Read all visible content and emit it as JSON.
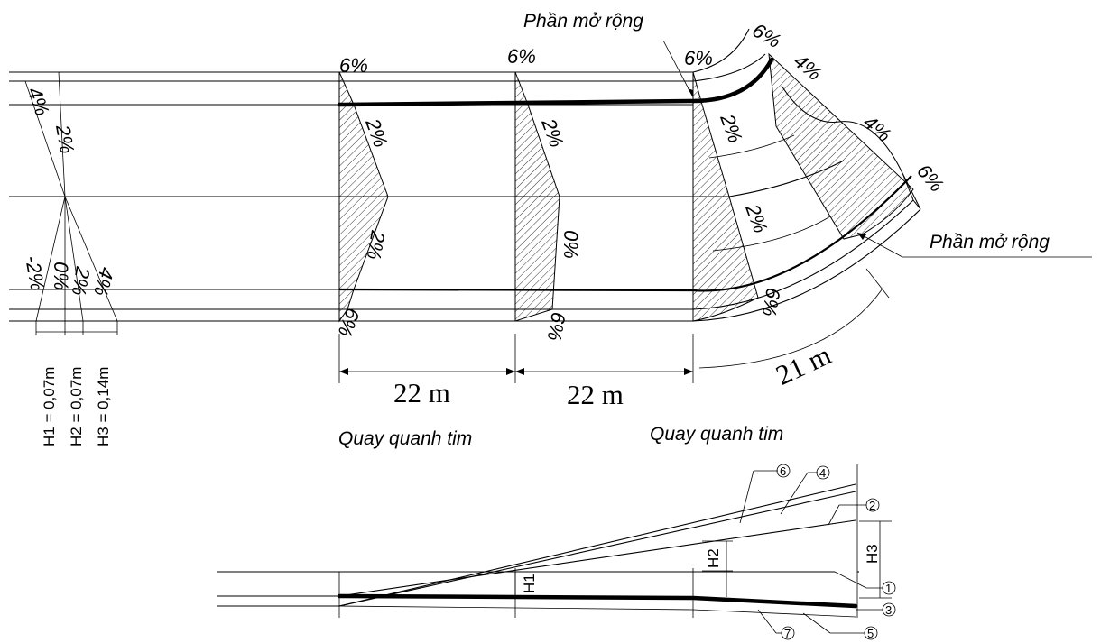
{
  "labels": {
    "extension_top": "Phần mở rộng",
    "extension_right": "Phần mở rộng",
    "rotate_1": "Quay quanh tim",
    "rotate_2": "Quay quanh tim"
  },
  "dimensions": {
    "d1": "22 m",
    "d2": "22 m",
    "d3": "21 m"
  },
  "heights": {
    "h1": "H1 = 0,07m",
    "h2": "H2 = 0,07m",
    "h3": "H3 = 0,14m"
  },
  "slopes": {
    "s_left_4": "4%",
    "s_left_2": "2%",
    "s_left_neg2": "-2%",
    "s_left_0": "0%",
    "s_left_2b": "2%",
    "s_left_4b": "4%",
    "s1_top": "6%",
    "s1_mid_top": "2%",
    "s1_mid_bot": "2%",
    "s1_bot": "6%",
    "s2_top": "6%",
    "s2_mid_top": "2%",
    "s2_mid_bot": "0%",
    "s2_bot": "6%",
    "s3_top": "6%",
    "s3_mid_top": "2%",
    "s3_mid_bot": "2%",
    "s3_bot": "6%",
    "c_top": "6%",
    "c_4a": "4%",
    "c_4b": "4%",
    "c_end": "6%"
  },
  "profile": {
    "h1": "H1",
    "h2": "H2",
    "h3": "H3",
    "n1": "1",
    "n2": "2",
    "n3": "3",
    "n4": "4",
    "n5": "5",
    "n6": "6",
    "n7": "7"
  }
}
